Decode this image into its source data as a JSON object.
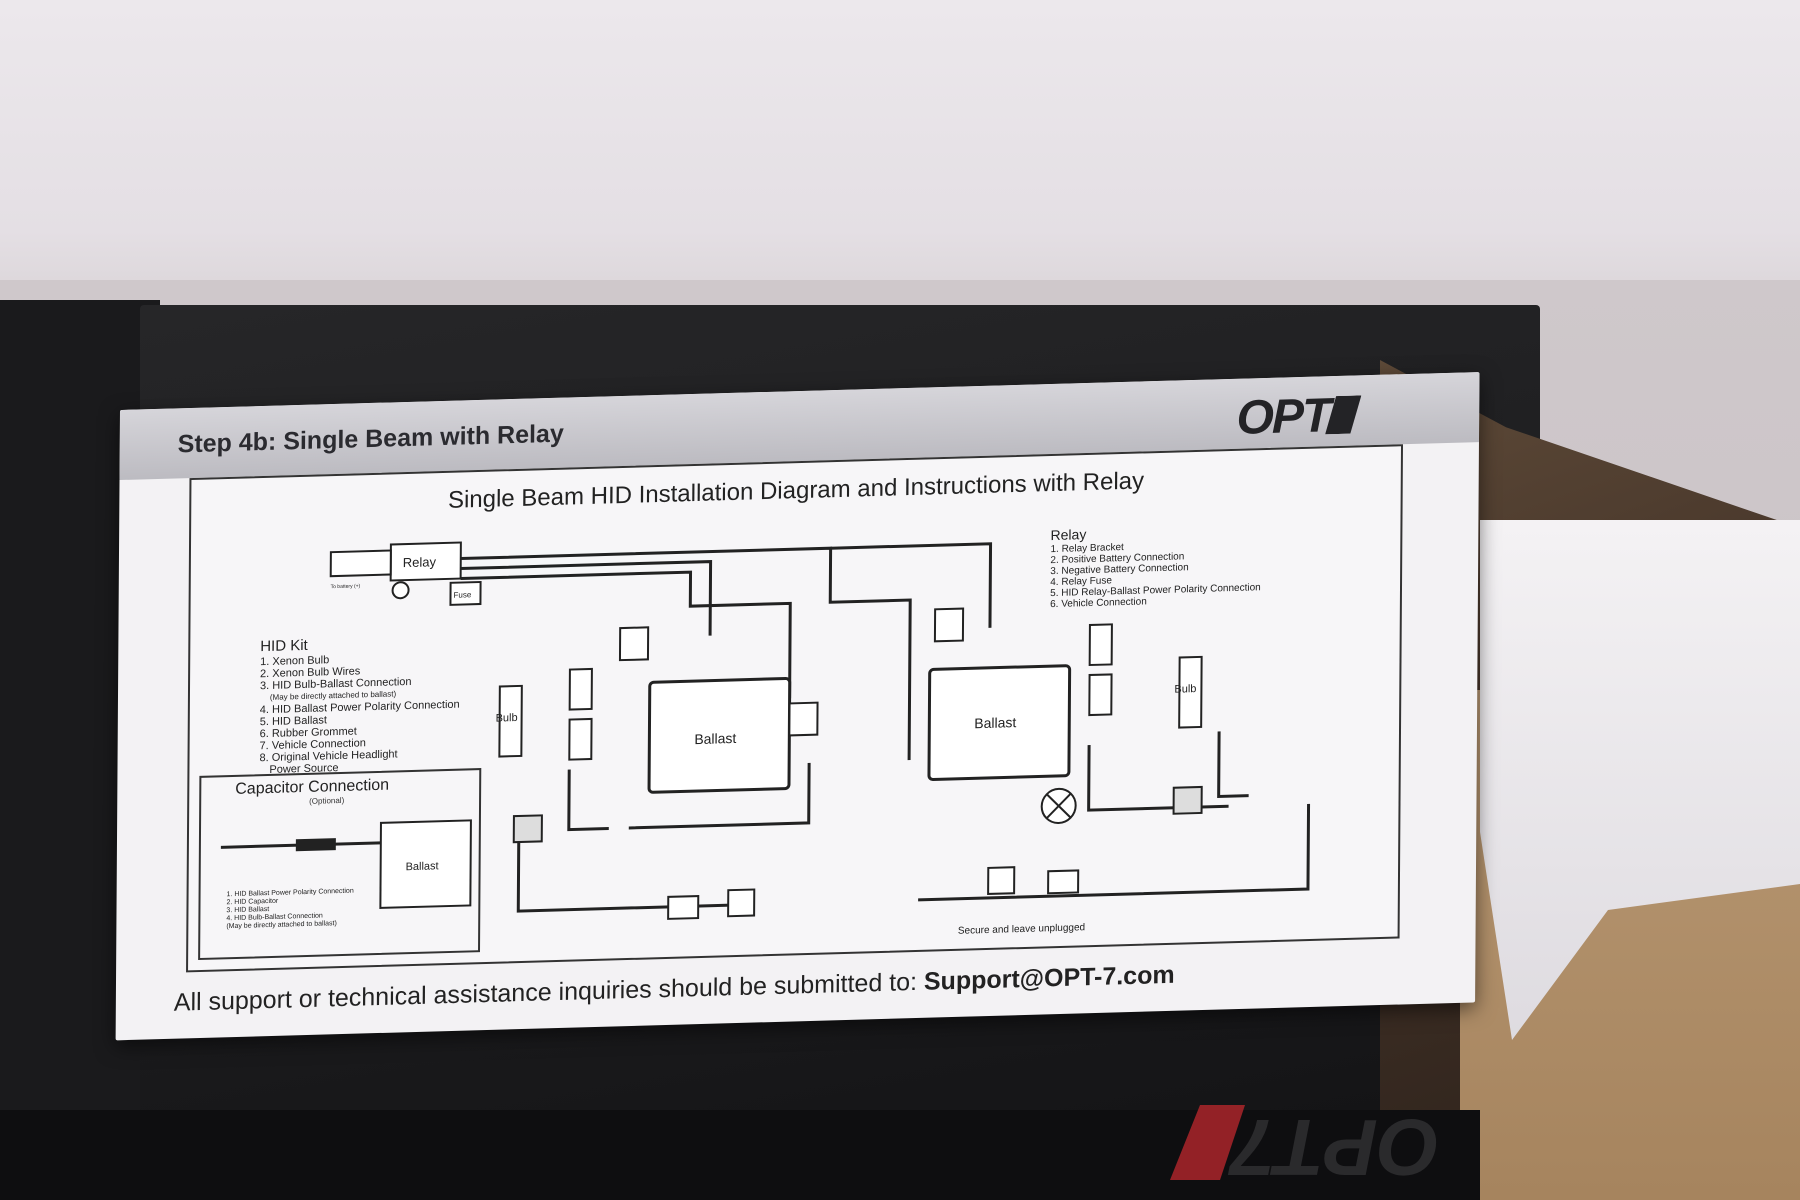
{
  "sheet": {
    "step_title": "Step 4b: Single Beam with Relay",
    "brand": "OPT",
    "diagram_title": "Single Beam HID Installation Diagram and Instructions with Relay",
    "footer_text": "All support or technical assistance inquiries should be submitted to: ",
    "footer_email": "Support@OPT-7.com"
  },
  "relay_legend": {
    "heading": "Relay",
    "items": [
      "1. Relay Bracket",
      "2. Positive Battery Connection",
      "3. Negative Battery Connection",
      "4. Relay Fuse",
      "5. HID Relay-Ballast Power Polarity Connection",
      "6. Vehicle Connection"
    ]
  },
  "kit_legend": {
    "heading": "HID Kit",
    "items": [
      "1. Xenon Bulb",
      "2. Xenon Bulb Wires",
      "3. HID Bulb-Ballast Connection",
      "(May be directly attached to ballast)",
      "4. HID Ballast Power Polarity Connection",
      "5. HID Ballast",
      "6. Rubber Grommet",
      "7. Vehicle Connection",
      "8. Original Vehicle Headlight",
      "Power Source"
    ]
  },
  "capacitor": {
    "title": "Capacitor Connection",
    "subtitle": "(Optional)",
    "ballast_label": "Ballast",
    "items": [
      "1. HID Ballast Power Polarity Connection",
      "2. HID Capacitor",
      "3. HID Ballast",
      "4. HID Bulb-Ballast Connection",
      "(May be directly attached to ballast)"
    ]
  },
  "labels": {
    "relay": "Relay",
    "fuse": "Fuse",
    "ballast": "Ballast",
    "bulb": "Bulb",
    "unplugged_note": "Secure and leave unplugged",
    "to_battery": "To battery (+)"
  },
  "box_logo": "OPT7",
  "colors": {
    "box": "#1b1b1d",
    "sheet": "#f3f2f4",
    "banner": "#c8c7cc",
    "cardboard": "#a6845e",
    "logo_accent": "#c0282d"
  }
}
